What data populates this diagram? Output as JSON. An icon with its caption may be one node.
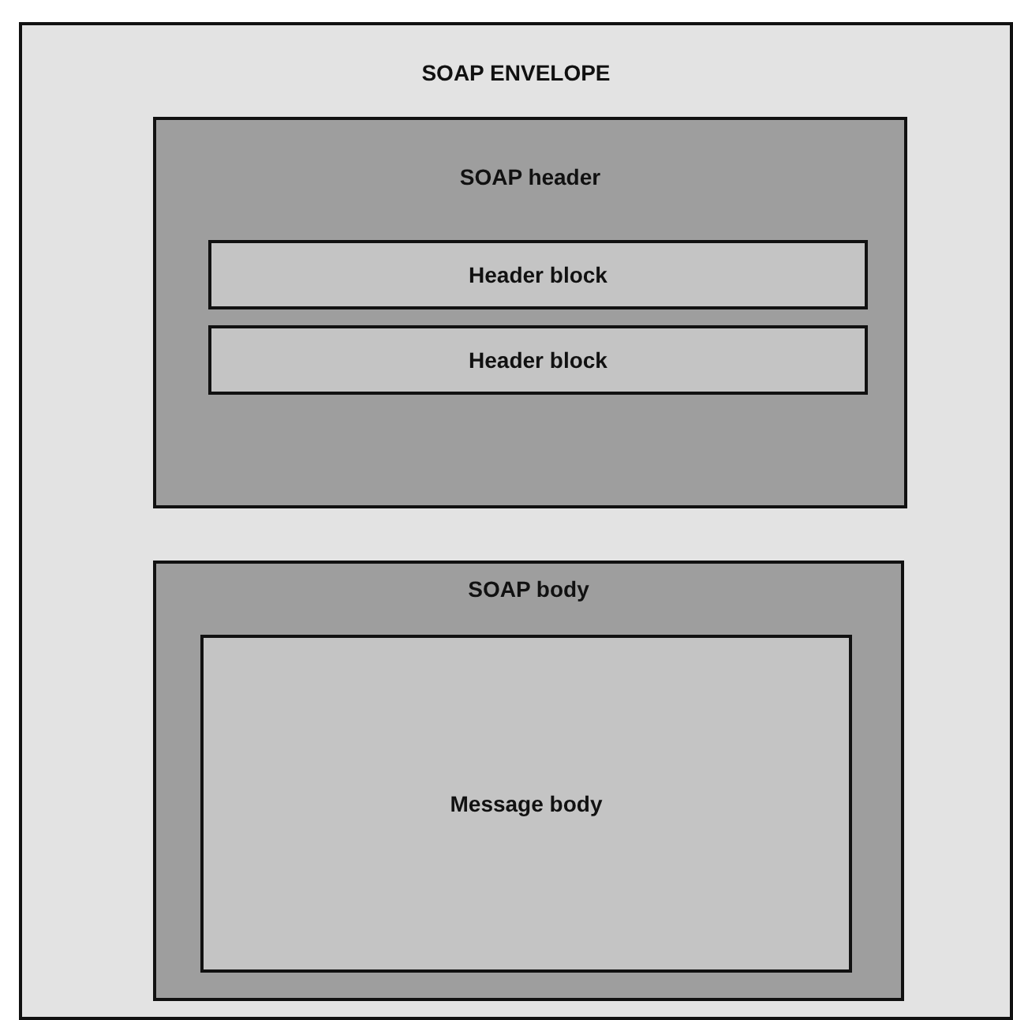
{
  "diagram": {
    "nodes": [
      {
        "text": [
          "SOAP ENVELOPE"
        ]
      },
      {
        "text": [
          "SOAP header"
        ],
        "in": 0
      },
      {
        "text": [
          "Header block"
        ],
        "in": 1
      },
      {
        "text": [
          "Header block"
        ],
        "in": 1
      },
      {
        "text": [
          "SOAP body"
        ],
        "in": 0
      },
      {
        "text": [
          "Message body"
        ],
        "in": 4
      }
    ]
  }
}
